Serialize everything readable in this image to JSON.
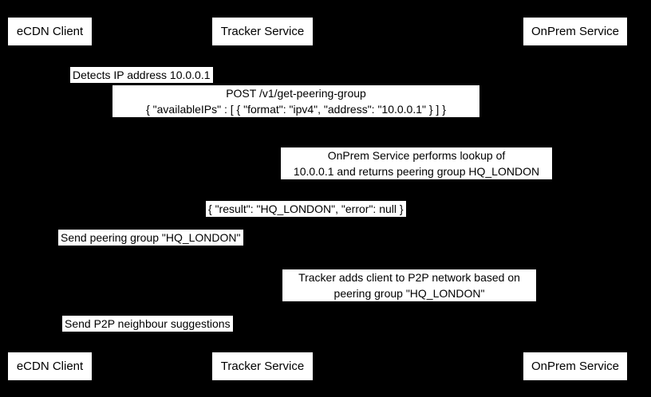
{
  "colors": {
    "background": "#000000",
    "box_fill": "#ffffff",
    "text": "#000000"
  },
  "actors": {
    "client": "eCDN Client",
    "tracker": "Tracker Service",
    "onprem": "OnPrem Service"
  },
  "messages": {
    "detect_ip": {
      "text": "Detects IP address 10.0.0.1"
    },
    "post_peering": {
      "line1": "POST /v1/get-peering-group",
      "line2": "{ \"availableIPs\" : [ { \"format\": \"ipv4\", \"address\": \"10.0.0.1\" } ] }"
    },
    "onprem_lookup": {
      "line1": "OnPrem Service performs lookup of",
      "line2": "10.0.0.1 and returns peering group HQ_LONDON"
    },
    "result": {
      "text": "{ \"result\": \"HQ_LONDON\", \"error\": null }"
    },
    "send_peering_group": {
      "text": "Send peering group \"HQ_LONDON\""
    },
    "tracker_adds": {
      "line1": "Tracker adds client to P2P network based on",
      "line2": "peering group \"HQ_LONDON\""
    },
    "send_suggestions": {
      "text": "Send P2P neighbour suggestions"
    }
  }
}
